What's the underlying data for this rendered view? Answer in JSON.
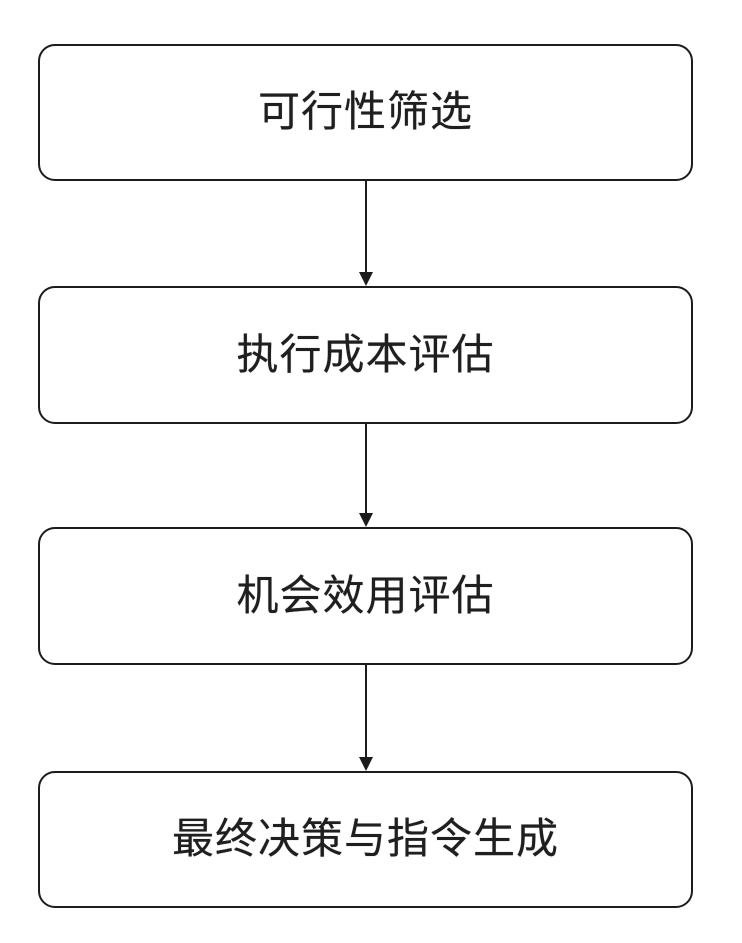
{
  "flowchart": {
    "description": "vertical-process-flow-diagram",
    "nodes": [
      {
        "id": "feasibility-screening",
        "label": "可行性筛选"
      },
      {
        "id": "execution-cost-assessment",
        "label": "执行成本评估"
      },
      {
        "id": "opportunity-utility-assessment",
        "label": "机会效用评估"
      },
      {
        "id": "final-decision-and-instruction-generation",
        "label": "最终决策与指令生成"
      }
    ],
    "connections": [
      {
        "from": "feasibility-screening",
        "to": "execution-cost-assessment",
        "style": "straight-down-arrow"
      },
      {
        "from": "execution-cost-assessment",
        "to": "opportunity-utility-assessment",
        "style": "straight-down-arrow"
      },
      {
        "from": "opportunity-utility-assessment",
        "to": "final-decision-and-instruction-generation",
        "style": "straight-down-arrow"
      }
    ],
    "colors": {
      "background": "#ffffff",
      "box_fill": "#ffffff",
      "box_border": "#1c1c1c",
      "text": "#1f1f1f",
      "arrow": "#1c1c1c"
    }
  }
}
